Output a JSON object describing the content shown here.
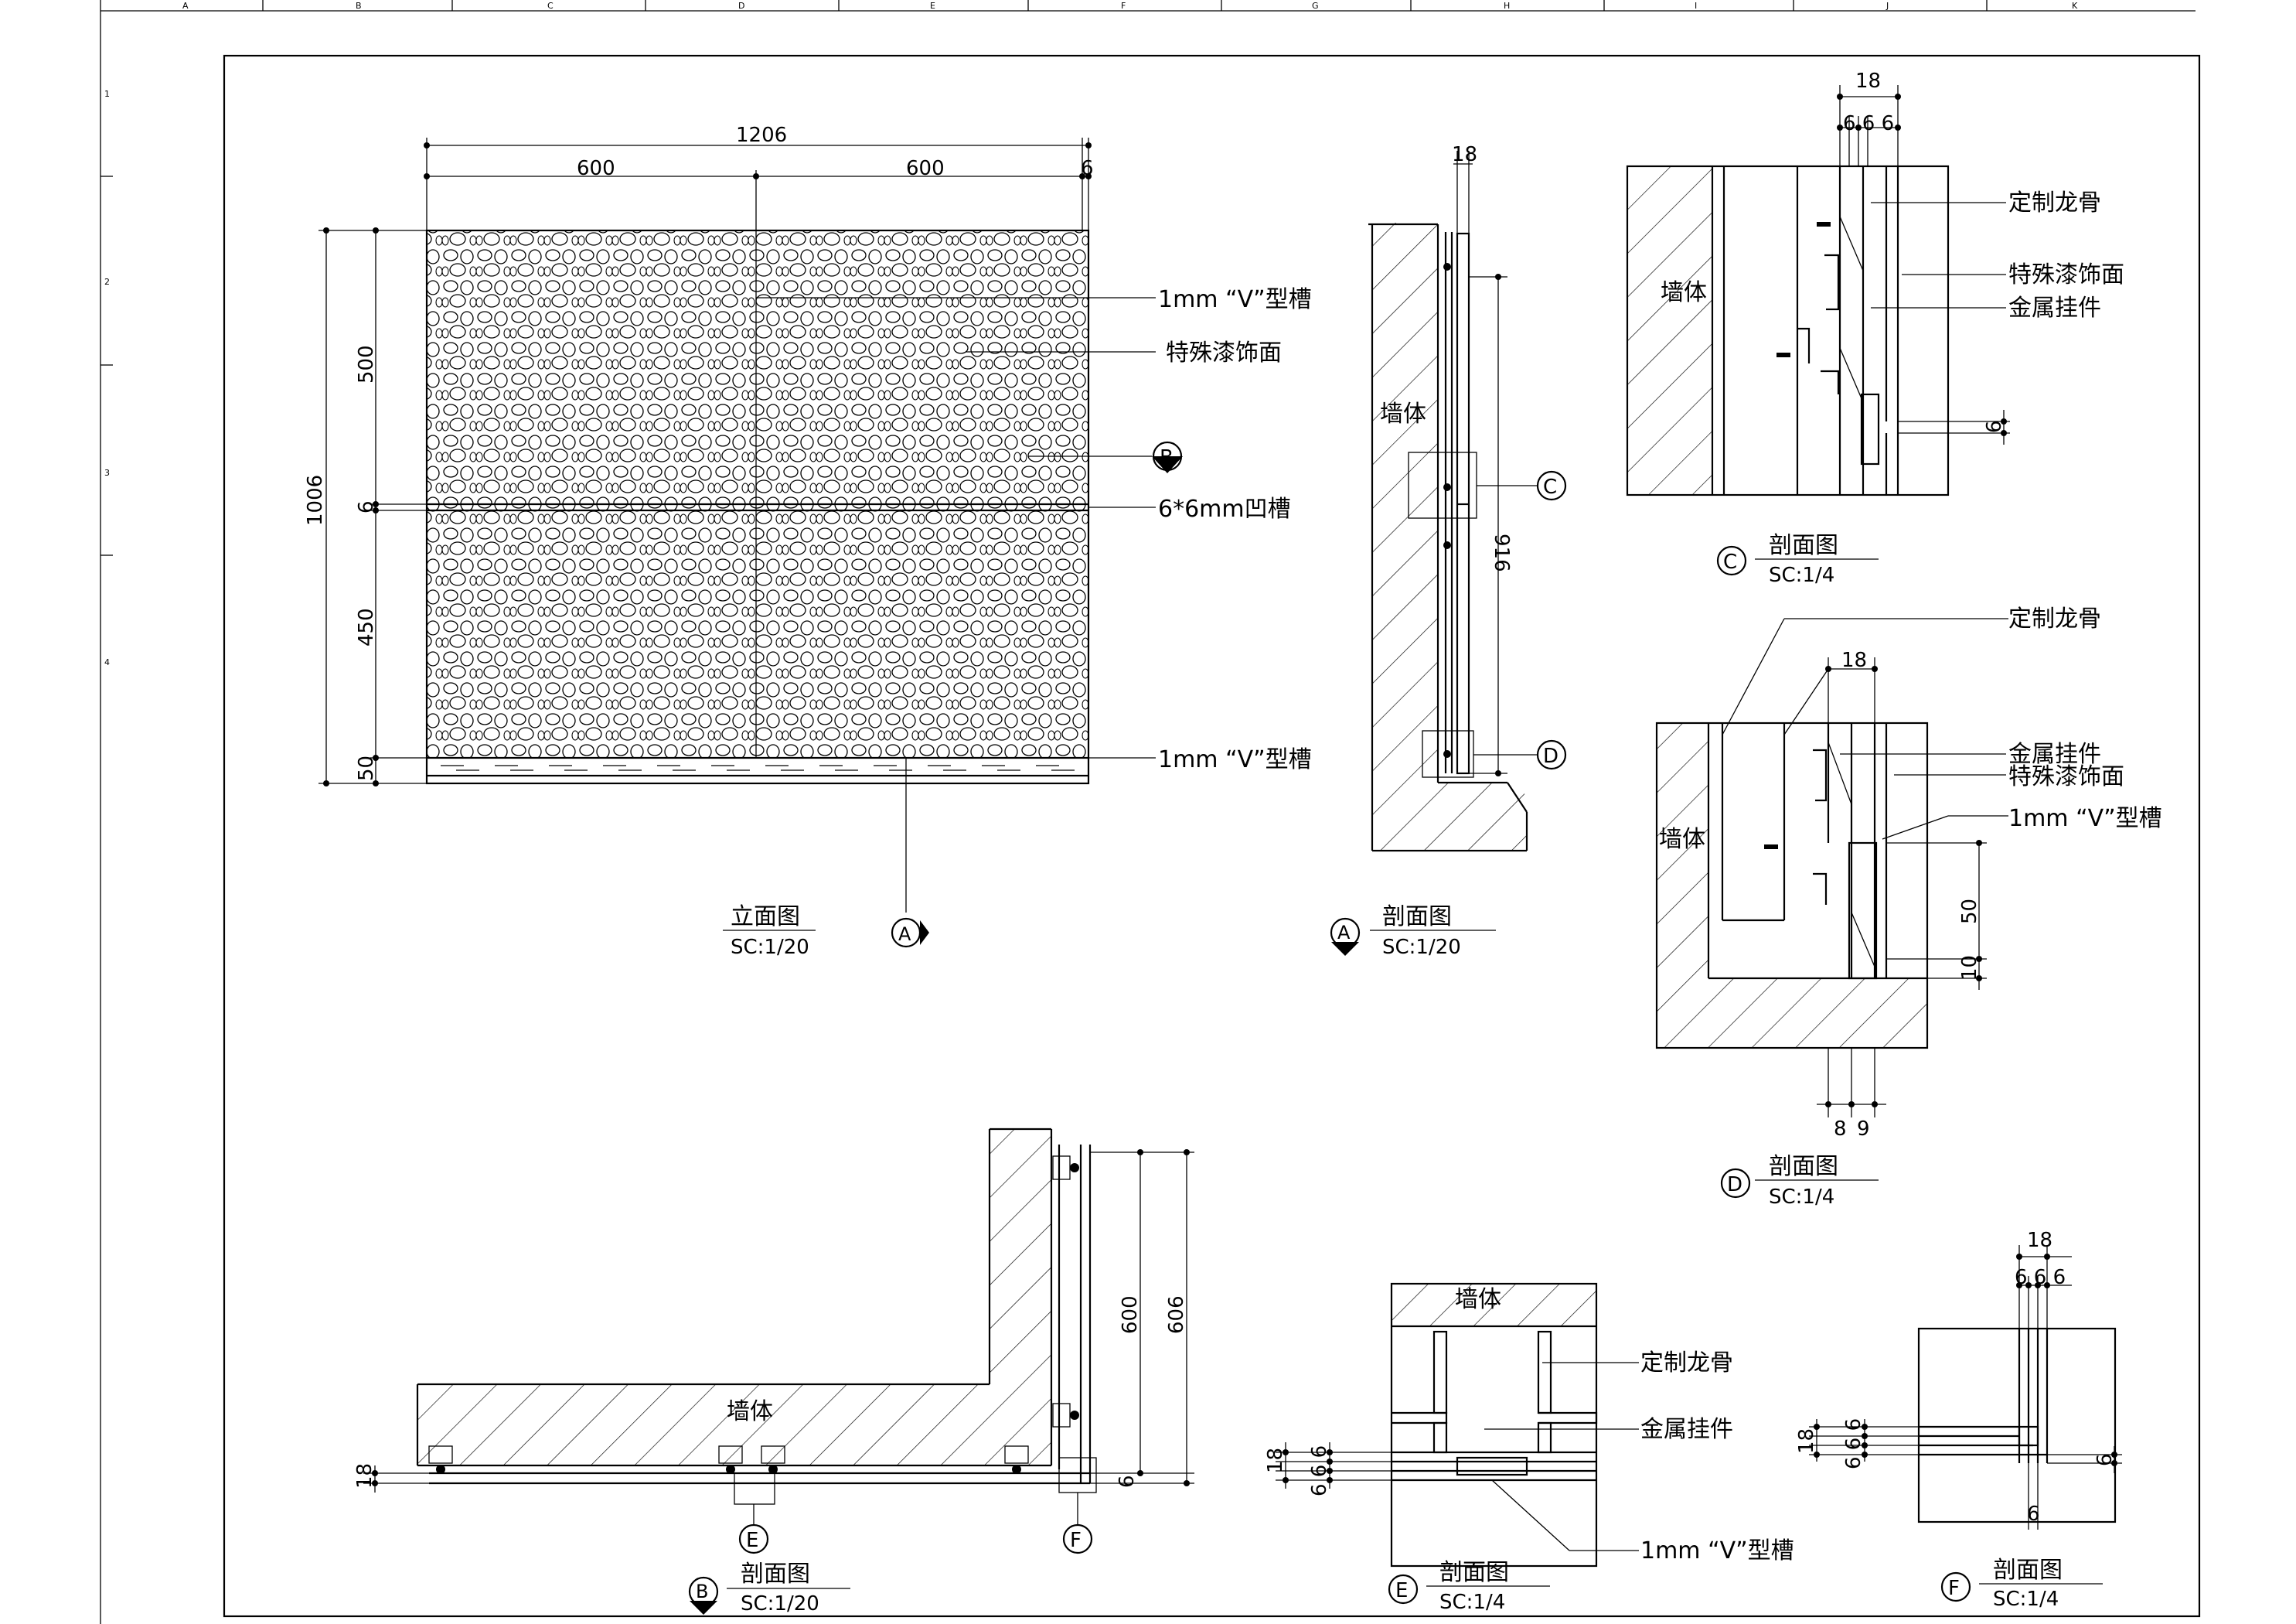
{
  "ruler": {
    "columns": [
      "A",
      "B",
      "C",
      "D",
      "E",
      "F",
      "G",
      "H",
      "I",
      "J",
      "K"
    ],
    "rows": [
      "1",
      "2",
      "3",
      "4"
    ]
  },
  "elevation": {
    "dims_top": [
      "1206",
      "600",
      "600",
      "6"
    ],
    "dims_left": [
      "1006",
      "500",
      "6",
      "450",
      "50"
    ],
    "labels": {
      "v_groove_top": "1mm “V”型槽",
      "special_paint": "特殊漆饰面",
      "groove_6x6": "6*6mm凹槽",
      "v_groove_bottom": "1mm “V”型槽"
    },
    "marker_b": "B",
    "marker_a": "A",
    "title": "立面图",
    "scale": "SC:1/20"
  },
  "section_a": {
    "dim_top": "18",
    "dim_right": "916",
    "wall": "墙体",
    "marker_c": "C",
    "marker_d": "D",
    "marker": "A",
    "title": "剖面图",
    "scale": "SC:1/20"
  },
  "section_c": {
    "dim_top": "18",
    "dim_sub": "6 6 6",
    "dim_right": "6",
    "wall": "墙体",
    "labels": {
      "keel": "定制龙骨",
      "paint": "特殊漆饰面",
      "hanger": "金属挂件"
    },
    "marker": "C",
    "title": "剖面图",
    "scale": "SC:1/4"
  },
  "section_d": {
    "dim_top": "18",
    "dim_right_1": "50",
    "dim_right_2": "10",
    "dim_bottom_1": "8",
    "dim_bottom_2": "9",
    "wall": "墙体",
    "labels": {
      "keel": "定制龙骨",
      "hanger": "金属挂件",
      "paint": "特殊漆饰面",
      "groove": "1mm “V”型槽"
    },
    "marker": "D",
    "title": "剖面图",
    "scale": "SC:1/4"
  },
  "section_b": {
    "dim_right_1": "600",
    "dim_right_2": "606",
    "dim_left": "18",
    "dim_small": "6",
    "wall": "墙体",
    "marker_e": "E",
    "marker_f": "F",
    "marker": "B",
    "title": "剖面图",
    "scale": "SC:1/20"
  },
  "section_e": {
    "wall": "墙体",
    "dim_left": "18",
    "dim_sub": "6 6 6",
    "labels": {
      "keel": "定制龙骨",
      "hanger": "金属挂件",
      "groove": "1mm “V”型槽"
    },
    "marker": "E",
    "title": "剖面图",
    "scale": "SC:1/4"
  },
  "section_f": {
    "dim_top": "18",
    "dim_top_sub": "6 6 6",
    "dim_left": "18",
    "dim_left_sub": "6 6 6",
    "dim_right": "6",
    "dim_bottom": "6",
    "marker": "F",
    "title": "剖面图",
    "scale": "SC:1/4"
  }
}
